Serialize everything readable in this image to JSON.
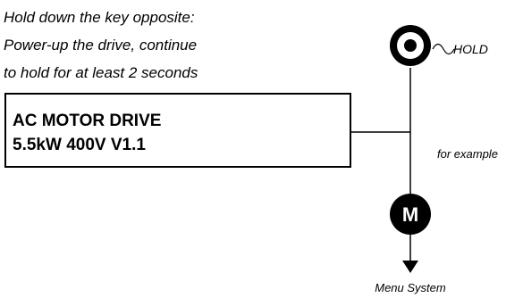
{
  "instructions": [
    "Hold down the key opposite:",
    "Power-up the drive, continue",
    "to hold for at least 2 seconds"
  ],
  "display": {
    "line1": "AC MOTOR DRIVE",
    "line2": "5.5kW 400V V1.1"
  },
  "hold_label": "HOLD",
  "example_label": "for example",
  "m_key_label": "M",
  "menu_label": "Menu System",
  "colors": {
    "ink": "#000000",
    "background": "#ffffff"
  }
}
